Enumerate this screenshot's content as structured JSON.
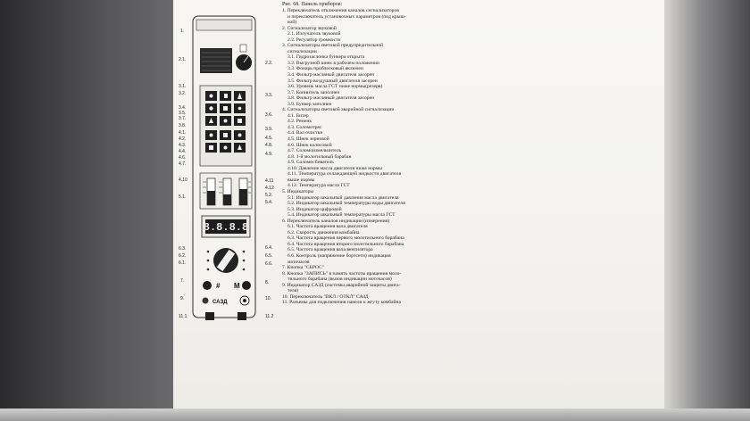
{
  "caption": "Рис. 68. Панель приборов:",
  "legend": [
    {
      "t": "1. Переключатель отключения каналов сигнализаторов",
      "i": false
    },
    {
      "t": "и переключатель установочных параметров (под крыш-",
      "i": true
    },
    {
      "t": "кой)",
      "i": true
    },
    {
      "t": "2. Сигнализатор звуковой",
      "i": false
    },
    {
      "t": "2.1. Излучатель звуковой",
      "i": true
    },
    {
      "t": "2.2. Регулятор громкости",
      "i": true
    },
    {
      "t": "3. Сигнализаторы световой предупредительной",
      "i": false
    },
    {
      "t": "сигнализации",
      "i": true
    },
    {
      "t": "3.1. Гидрозаслонка бункера открыта",
      "i": true
    },
    {
      "t": "3.2. Выгрузной шнек в рабочем положении",
      "i": true
    },
    {
      "t": "3.3. Фонарь проблесковый включен",
      "i": true
    },
    {
      "t": "3.4. Фильтр масляный двигателя засорен",
      "i": true
    },
    {
      "t": "3.5. Фильтр воздушный двигателя засорен",
      "i": true
    },
    {
      "t": "3.6. Уровень масла ГСТ ниже нормы(резерв)",
      "i": true
    },
    {
      "t": "3.7. Копнитель заполнен",
      "i": true
    },
    {
      "t": "3.8. Фильтр масляный двигателя засорен",
      "i": true
    },
    {
      "t": "3.9. Бункер заполнен",
      "i": true
    },
    {
      "t": "4. Сигнализаторы световой аварийной сигнализации",
      "i": false
    },
    {
      "t": "4.1. Битер",
      "i": true
    },
    {
      "t": "4.2. Ремень",
      "i": true
    },
    {
      "t": "4.3. Соломотряс",
      "i": true
    },
    {
      "t": "4.4. Вал очистки",
      "i": true
    },
    {
      "t": "4.5. Шнек зерновой",
      "i": true
    },
    {
      "t": "4.6. Шнек колосовой",
      "i": true
    },
    {
      "t": "4.7. Соломоизмельчитель",
      "i": true
    },
    {
      "t": "4.8. 1-й молотильный барабан",
      "i": true
    },
    {
      "t": "4.9. Соломосбиватель",
      "i": true
    },
    {
      "t": "4.10. Давление масла двигателя ниже нормы",
      "i": true
    },
    {
      "t": "4.11. Температура охлаждающей жидкости двигателя",
      "i": true
    },
    {
      "t": "выше нормы",
      "i": true
    },
    {
      "t": "4.12. Температура масла ГСТ",
      "i": true
    },
    {
      "t": "5. Индикаторы",
      "i": false
    },
    {
      "t": "5.1. Индикатор шкальный давления масла двигателя",
      "i": true
    },
    {
      "t": "5.2. Индикатор шкальный температуры воды двигателя",
      "i": true
    },
    {
      "t": "5.3. Индикатор цифровой",
      "i": true
    },
    {
      "t": "5.4. Индикатор шкальный температуры масла ГСТ",
      "i": true
    },
    {
      "t": "6. Переключатель каналов индикации (измерения)",
      "i": false
    },
    {
      "t": "6.1. Частота вращения вала двигателя",
      "i": true
    },
    {
      "t": "6.2. Скорость движения комбайна",
      "i": true
    },
    {
      "t": "6.3. Частота вращения первого молотильного барабана",
      "i": true
    },
    {
      "t": "6.4. Частота вращения второго молотильного барабана",
      "i": true
    },
    {
      "t": "6.5. Частота вращения вала вентилятора",
      "i": true
    },
    {
      "t": "6.6. Контроль (напряжение бортсети) индикация",
      "i": true
    },
    {
      "t": "моточасов",
      "i": true
    },
    {
      "t": "7. Кнопка \"СБРОС\"",
      "i": false
    },
    {
      "t": "8. Кнопка \"ЗАПИСЬ\" в память частоты вращения моло-",
      "i": false
    },
    {
      "t": "тильного барабана (вызов индикации моточасов)",
      "i": true
    },
    {
      "t": "9. Индикатор САЗД (системы аварийной защиты двига-",
      "i": false
    },
    {
      "t": "теля)",
      "i": true
    },
    {
      "t": "10. Переключатель \"ВКЛ / ОТКЛ\" САЗД",
      "i": false
    },
    {
      "t": "11. Разъемы для подключения панели к жгуту комбайна",
      "i": false
    }
  ],
  "panel": {
    "digital_display": "8.8.8.8",
    "button_left_symbol": "#",
    "button_right_symbol": "M",
    "sazd_label": "САЗД",
    "labels_left": [
      "1.",
      "2.1.",
      "3.1.",
      "3.2.",
      "3.4.",
      "3.5.",
      "3.7.",
      "3.8.",
      "4.1.",
      "4.2.",
      "4.3.",
      "4.4.",
      "4.6.",
      "4.7.",
      "4.10",
      "5.1.",
      "6.3.",
      "6.2.",
      "6.1.",
      "7.",
      "9.",
      "11.1"
    ],
    "labels_right": [
      "2.2.",
      "3.3.",
      "3.6.",
      "3.9.",
      "4.5.",
      "4.8.",
      "4.9.",
      "4.11",
      "4.12",
      "5.2.",
      "5.4.",
      "6.4.",
      "6.5.",
      "6.6.",
      "8.",
      "10.",
      "11.2"
    ]
  }
}
